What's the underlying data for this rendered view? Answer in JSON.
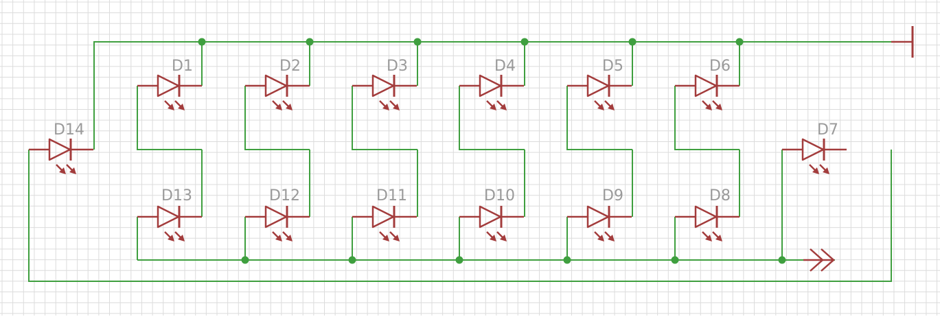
{
  "colors": {
    "background": "#ffffff",
    "grid": "#dcdcdc",
    "wire": "#3f9f3f",
    "junction": "#3f9f3f",
    "component": "#a33c3c",
    "label": "#9a9a9a"
  },
  "diodes": [
    {
      "id": "D1",
      "label": "D1"
    },
    {
      "id": "D2",
      "label": "D2"
    },
    {
      "id": "D3",
      "label": "D3"
    },
    {
      "id": "D4",
      "label": "D4"
    },
    {
      "id": "D5",
      "label": "D5"
    },
    {
      "id": "D6",
      "label": "D6"
    },
    {
      "id": "D7",
      "label": "D7"
    },
    {
      "id": "D8",
      "label": "D8"
    },
    {
      "id": "D9",
      "label": "D9"
    },
    {
      "id": "D10",
      "label": "D10"
    },
    {
      "id": "D11",
      "label": "D11"
    },
    {
      "id": "D12",
      "label": "D12"
    },
    {
      "id": "D13",
      "label": "D13"
    },
    {
      "id": "D14",
      "label": "D14"
    }
  ],
  "supply_symbol": "supply-bar-icon",
  "ground_symbol": "ground-chevron-icon"
}
